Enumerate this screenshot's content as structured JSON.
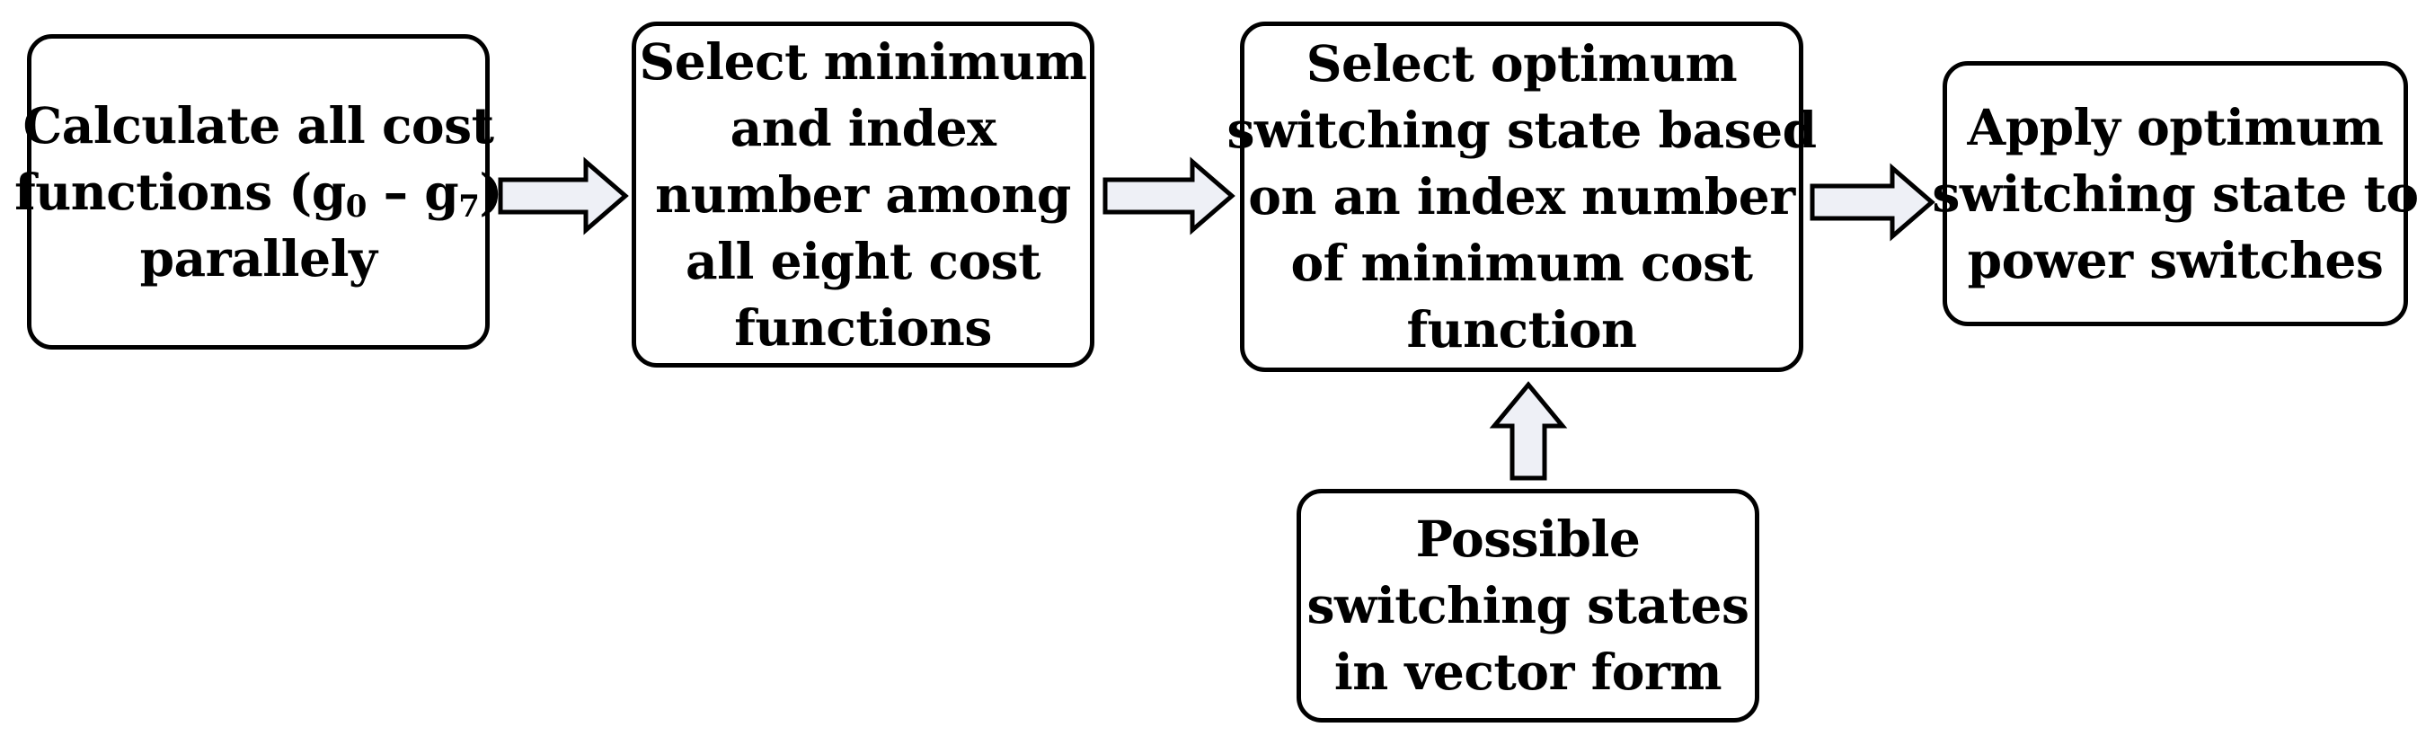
{
  "colors": {
    "stroke": "#000000",
    "box_fill": "#ffffff",
    "arrow_fill": "#eef0f6"
  },
  "boxes": {
    "calculate": {
      "line1": "Calculate all cost",
      "line2_prefix": "functions (g",
      "line2_sub1": "0",
      "line2_mid": " – g",
      "line2_sub2": "7",
      "line2_suffix": ")",
      "line3": "parallely"
    },
    "select_minimum": {
      "lines": [
        "Select minimum",
        "and index",
        "number among",
        "all eight cost",
        "functions"
      ]
    },
    "select_optimum": {
      "lines": [
        "Select optimum",
        "switching state based",
        "on an index number",
        "of minimum cost",
        "function"
      ]
    },
    "apply": {
      "lines": [
        "Apply optimum",
        "switching state to",
        "power switches"
      ]
    },
    "possible_states": {
      "lines": [
        "Possible",
        "switching states",
        "in vector form"
      ]
    }
  }
}
